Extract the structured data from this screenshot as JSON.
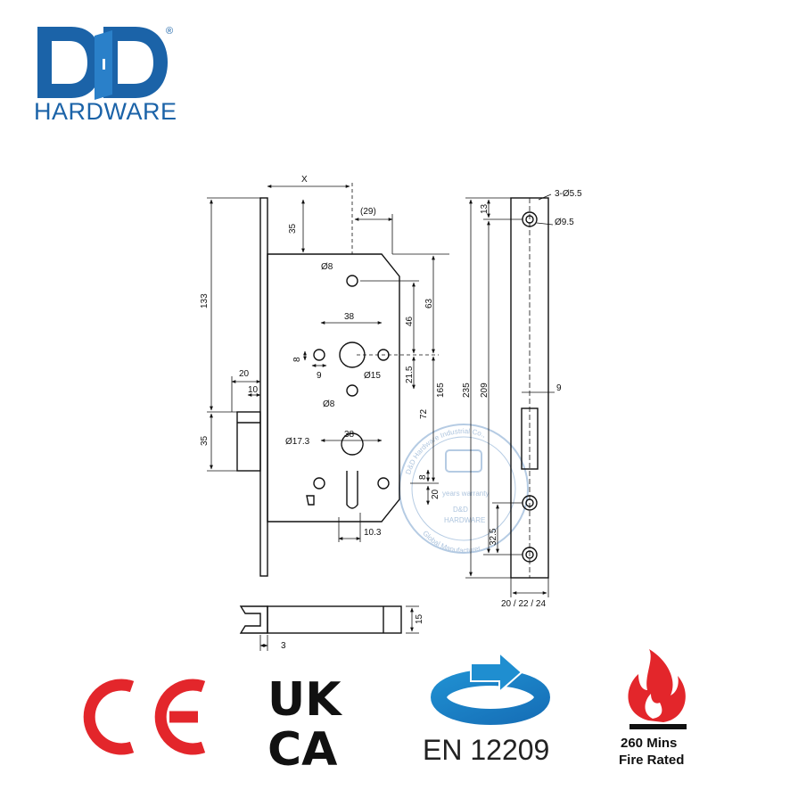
{
  "brand": {
    "name": "HARDWARE",
    "registered": "®",
    "color": "#1b63a8"
  },
  "watermark": {
    "top_text": "D&D Hardware Industrial Co.,",
    "middle_text": "years warranty",
    "brand_text": "D&D",
    "sub_text": "HARDWARE",
    "bottom_text": "Global Manufacturer"
  },
  "drawing": {
    "dims": {
      "x": "X",
      "d29": "(29)",
      "d35_top": "35",
      "d133": "133",
      "d8_dia_top": "Ø8",
      "d38_top": "38",
      "d46": "46",
      "d63": "63",
      "d8_side": "8",
      "d9": "9",
      "d15": "Ø15",
      "d21_5": "21.5",
      "d165": "165",
      "d20_latch": "20",
      "d10": "10",
      "d8_dia_mid": "Ø8",
      "d72": "72",
      "d35_latch": "35",
      "d17_3": "Ø17.3",
      "d38_bottom": "38",
      "d8_bottom": "8",
      "d20_bottom": "20",
      "d10_3": "10.3",
      "d15_bolt": "15",
      "d3": "3",
      "d235": "235",
      "d209": "209",
      "d13": "13",
      "holes_dia": "3-Ø5.5",
      "d9_5": "Ø9.5",
      "d9_slot": "9",
      "d32_5": "32.5",
      "faceplate_widths": "20 / 22 / 24"
    }
  },
  "certifications": {
    "ce": "CE",
    "ukca_line1": "UK",
    "ukca_line2": "CA",
    "en_standard": "EN 12209",
    "fire_line1": "260 Mins",
    "fire_line2": "Fire Rated",
    "ce_color": "#e3262b",
    "cycle_color": "#1f8ed0",
    "flame_color": "#e3262b"
  }
}
